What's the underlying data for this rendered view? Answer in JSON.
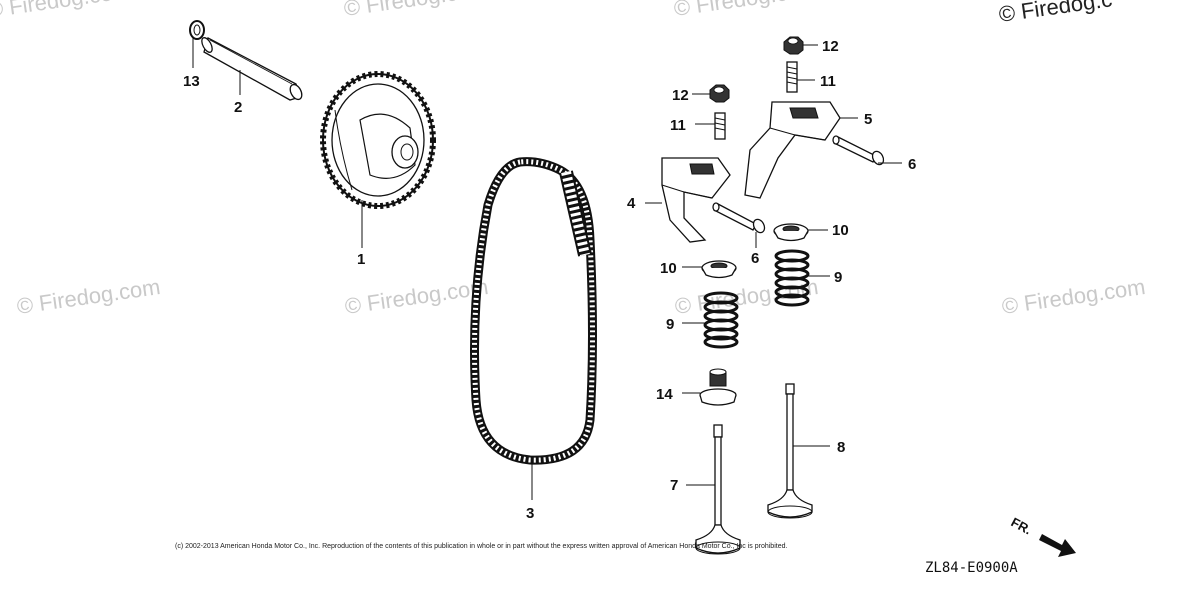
{
  "watermarks": [
    "© Firedog.com",
    "© Firedog.com",
    "© Firedog.com",
    "© Firedog.c",
    "© Firedog.com",
    "© Firedog.com",
    "© Firedog.com",
    "© Firedog.com"
  ],
  "callouts": {
    "c1": "1",
    "c2": "2",
    "c3": "3",
    "c4": "4",
    "c5": "5",
    "c6a": "6",
    "c6b": "6",
    "c7": "7",
    "c8": "8",
    "c9a": "9",
    "c9b": "9",
    "c10a": "10",
    "c10b": "10",
    "c11a": "11",
    "c11b": "11",
    "c12a": "12",
    "c12b": "12",
    "c13": "13",
    "c14": "14"
  },
  "copyright": "(c) 2002-2013 American Honda Motor Co., Inc. Reproduction of the contents of this publication in whole or in part without the express written approval of American Honda Motor Co., Inc is prohibited.",
  "diagram_code": "ZL84-E0900A",
  "front_arrow_label": "FR.",
  "colors": {
    "ink": "#111111",
    "watermark": "#c9c9c9",
    "background": "#ffffff"
  }
}
